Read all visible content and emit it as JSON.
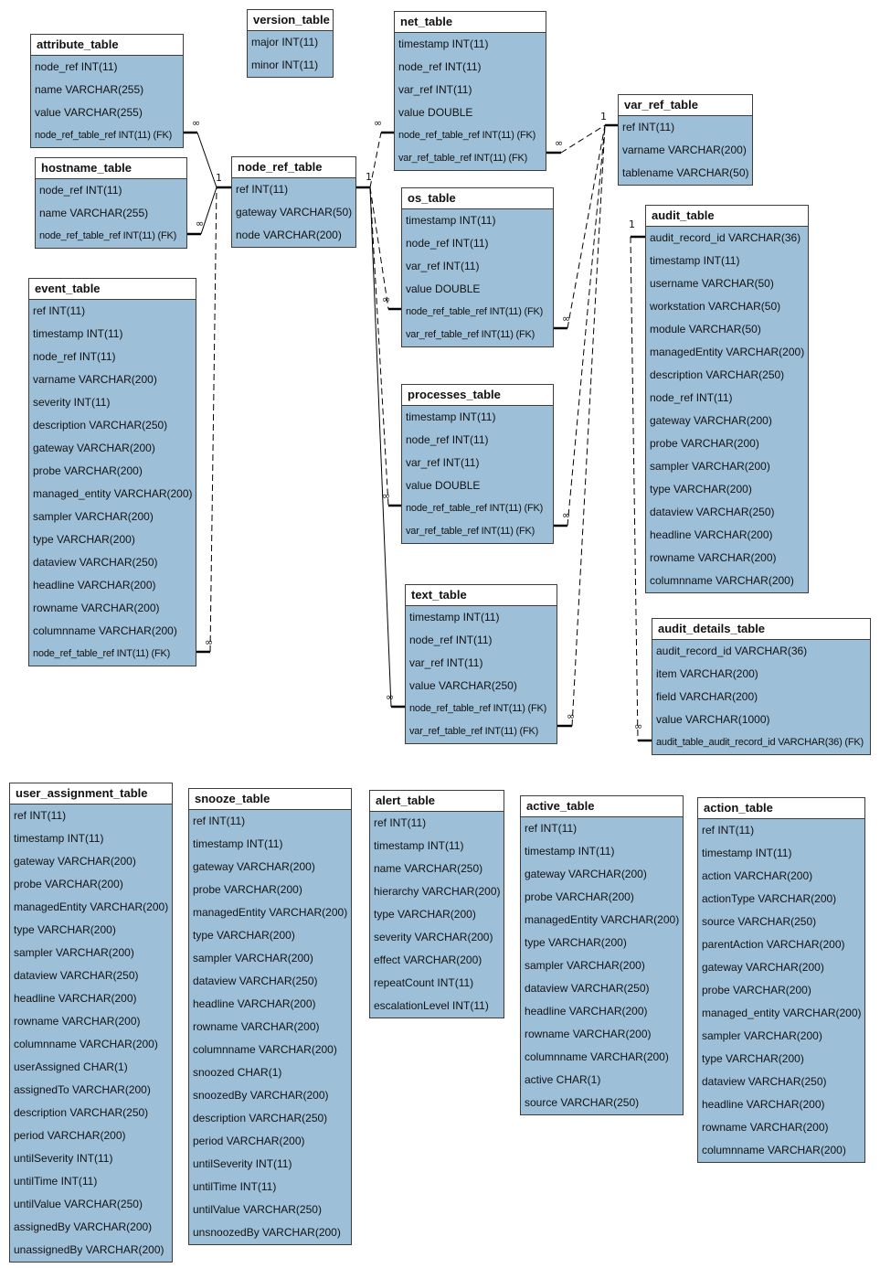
{
  "tables": [
    {
      "id": "version_table",
      "title": "version_table",
      "rows": [
        "major INT(11)",
        "minor INT(11)"
      ]
    },
    {
      "id": "attribute_table",
      "title": "attribute_table",
      "rows": [
        "node_ref INT(11)",
        "name VARCHAR(255)",
        "value VARCHAR(255)",
        "node_ref_table_ref INT(11) (FK)"
      ]
    },
    {
      "id": "hostname_table",
      "title": "hostname_table",
      "rows": [
        "node_ref INT(11)",
        "name VARCHAR(255)",
        "node_ref_table_ref INT(11) (FK)"
      ]
    },
    {
      "id": "node_ref_table",
      "title": "node_ref_table",
      "rows": [
        "ref INT(11)",
        "gateway VARCHAR(50)",
        "node VARCHAR(200)"
      ]
    },
    {
      "id": "net_table",
      "title": "net_table",
      "rows": [
        "timestamp INT(11)",
        "node_ref INT(11)",
        "var_ref INT(11)",
        "value DOUBLE",
        "node_ref_table_ref INT(11) (FK)",
        "var_ref_table_ref INT(11) (FK)"
      ]
    },
    {
      "id": "var_ref_table",
      "title": "var_ref_table",
      "rows": [
        "ref INT(11)",
        "varname VARCHAR(200)",
        "tablename VARCHAR(50)"
      ]
    },
    {
      "id": "os_table",
      "title": "os_table",
      "rows": [
        "timestamp INT(11)",
        "node_ref INT(11)",
        "var_ref INT(11)",
        "value DOUBLE",
        "node_ref_table_ref INT(11) (FK)",
        "var_ref_table_ref INT(11) (FK)"
      ]
    },
    {
      "id": "audit_table",
      "title": "audit_table",
      "rows": [
        "audit_record_id VARCHAR(36)",
        "timestamp INT(11)",
        "username VARCHAR(50)",
        "workstation VARCHAR(50)",
        "module VARCHAR(50)",
        "managedEntity VARCHAR(200)",
        "description VARCHAR(250)",
        "node_ref INT(11)",
        "gateway VARCHAR(200)",
        "probe VARCHAR(200)",
        "sampler VARCHAR(200)",
        "type VARCHAR(200)",
        "dataview VARCHAR(250)",
        "headline VARCHAR(200)",
        "rowname VARCHAR(200)",
        "columnname VARCHAR(200)"
      ]
    },
    {
      "id": "event_table",
      "title": "event_table",
      "rows": [
        "ref INT(11)",
        "timestamp INT(11)",
        "node_ref INT(11)",
        "varname VARCHAR(200)",
        "severity INT(11)",
        "description VARCHAR(250)",
        "gateway VARCHAR(200)",
        "probe VARCHAR(200)",
        "managed_entity VARCHAR(200)",
        "sampler VARCHAR(200)",
        "type VARCHAR(200)",
        "dataview VARCHAR(250)",
        "headline VARCHAR(200)",
        "rowname VARCHAR(200)",
        "columnname VARCHAR(200)",
        "node_ref_table_ref INT(11) (FK)"
      ]
    },
    {
      "id": "processes_table",
      "title": "processes_table",
      "rows": [
        "timestamp INT(11)",
        "node_ref INT(11)",
        "var_ref INT(11)",
        "value DOUBLE",
        "node_ref_table_ref INT(11) (FK)",
        "var_ref_table_ref INT(11) (FK)"
      ]
    },
    {
      "id": "text_table",
      "title": "text_table",
      "rows": [
        "timestamp INT(11)",
        "node_ref INT(11)",
        "var_ref INT(11)",
        "value VARCHAR(250)",
        "node_ref_table_ref INT(11) (FK)",
        "var_ref_table_ref INT(11) (FK)"
      ]
    },
    {
      "id": "audit_details_table",
      "title": "audit_details_table",
      "rows": [
        "audit_record_id VARCHAR(36)",
        "item VARCHAR(200)",
        "field VARCHAR(200)",
        "value VARCHAR(1000)",
        "audit_table_audit_record_id VARCHAR(36) (FK)"
      ]
    },
    {
      "id": "user_assignment_table",
      "title": "user_assignment_table",
      "rows": [
        "ref INT(11)",
        "timestamp INT(11)",
        "gateway VARCHAR(200)",
        "probe VARCHAR(200)",
        "managedEntity VARCHAR(200)",
        "type VARCHAR(200)",
        "sampler VARCHAR(200)",
        "dataview VARCHAR(250)",
        "headline VARCHAR(200)",
        "rowname VARCHAR(200)",
        "columnname VARCHAR(200)",
        "userAssigned CHAR(1)",
        "assignedTo VARCHAR(200)",
        "description VARCHAR(250)",
        "period VARCHAR(200)",
        "untilSeverity INT(11)",
        "untilTime INT(11)",
        "untilValue VARCHAR(250)",
        "assignedBy VARCHAR(200)",
        "unassignedBy VARCHAR(200)"
      ]
    },
    {
      "id": "snooze_table",
      "title": "snooze_table",
      "rows": [
        "ref INT(11)",
        "timestamp INT(11)",
        "gateway VARCHAR(200)",
        "probe VARCHAR(200)",
        "managedEntity VARCHAR(200)",
        "type VARCHAR(200)",
        "sampler VARCHAR(200)",
        "dataview VARCHAR(250)",
        "headline VARCHAR(200)",
        "rowname VARCHAR(200)",
        "columnname VARCHAR(200)",
        "snoozed CHAR(1)",
        "snoozedBy VARCHAR(200)",
        "description VARCHAR(250)",
        "period VARCHAR(200)",
        "untilSeverity INT(11)",
        "untilTime INT(11)",
        "untilValue VARCHAR(250)",
        "unsnoozedBy VARCHAR(200)"
      ]
    },
    {
      "id": "alert_table",
      "title": "alert_table",
      "rows": [
        "ref INT(11)",
        "timestamp INT(11)",
        "name VARCHAR(250)",
        "hierarchy VARCHAR(200)",
        "type VARCHAR(200)",
        "severity VARCHAR(200)",
        "effect VARCHAR(200)",
        "repeatCount INT(11)",
        "escalationLevel INT(11)"
      ]
    },
    {
      "id": "active_table",
      "title": "active_table",
      "rows": [
        "ref INT(11)",
        "timestamp INT(11)",
        "gateway VARCHAR(200)",
        "probe VARCHAR(200)",
        "managedEntity VARCHAR(200)",
        "type VARCHAR(200)",
        "sampler VARCHAR(200)",
        "dataview VARCHAR(250)",
        "headline VARCHAR(200)",
        "rowname VARCHAR(200)",
        "columnname VARCHAR(200)",
        "active CHAR(1)",
        "source VARCHAR(250)"
      ]
    },
    {
      "id": "action_table",
      "title": "action_table",
      "rows": [
        "ref INT(11)",
        "timestamp INT(11)",
        "action VARCHAR(200)",
        "actionType VARCHAR(200)",
        "source VARCHAR(250)",
        "parentAction VARCHAR(200)",
        "gateway VARCHAR(200)",
        "probe VARCHAR(200)",
        "managed_entity VARCHAR(200)",
        "sampler VARCHAR(200)",
        "type VARCHAR(200)",
        "dataview VARCHAR(250)",
        "headline VARCHAR(200)",
        "rowname VARCHAR(200)",
        "columnname VARCHAR(200)"
      ]
    }
  ],
  "cardinality": {
    "one": "1",
    "many": "∞"
  },
  "colors": {
    "table_fill": "#9dbfd8",
    "header_fill": "#ffffff",
    "border": "#3c3c3c",
    "line": "#000000"
  }
}
